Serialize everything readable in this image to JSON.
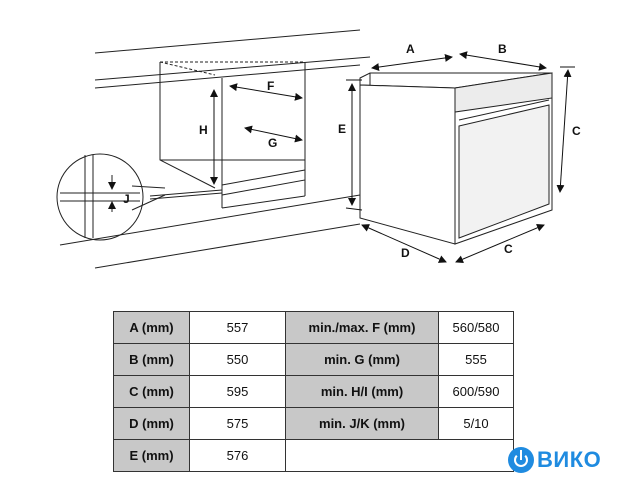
{
  "diagram": {
    "labels": {
      "A": "A",
      "B": "B",
      "C_right": "C",
      "C_bottom": "C",
      "D": "D",
      "E": "E",
      "F": "F",
      "G": "G",
      "H": "H",
      "J": "J"
    }
  },
  "table": {
    "rows": [
      {
        "k1": "A (mm)",
        "v1": "557",
        "k2": "min./max. F (mm)",
        "v2": "560/580"
      },
      {
        "k1": "B (mm)",
        "v1": "550",
        "k2": "min. G (mm)",
        "v2": "555"
      },
      {
        "k1": "C (mm)",
        "v1": "595",
        "k2": "min. H/I (mm)",
        "v2": "600/590"
      },
      {
        "k1": "D (mm)",
        "v1": "575",
        "k2": "min. J/K (mm)",
        "v2": "5/10"
      },
      {
        "k1": "E (mm)",
        "v1": "576"
      }
    ]
  },
  "logo": {
    "text": "ВИКО",
    "icon": "power-icon",
    "color": "#1f8be0"
  }
}
